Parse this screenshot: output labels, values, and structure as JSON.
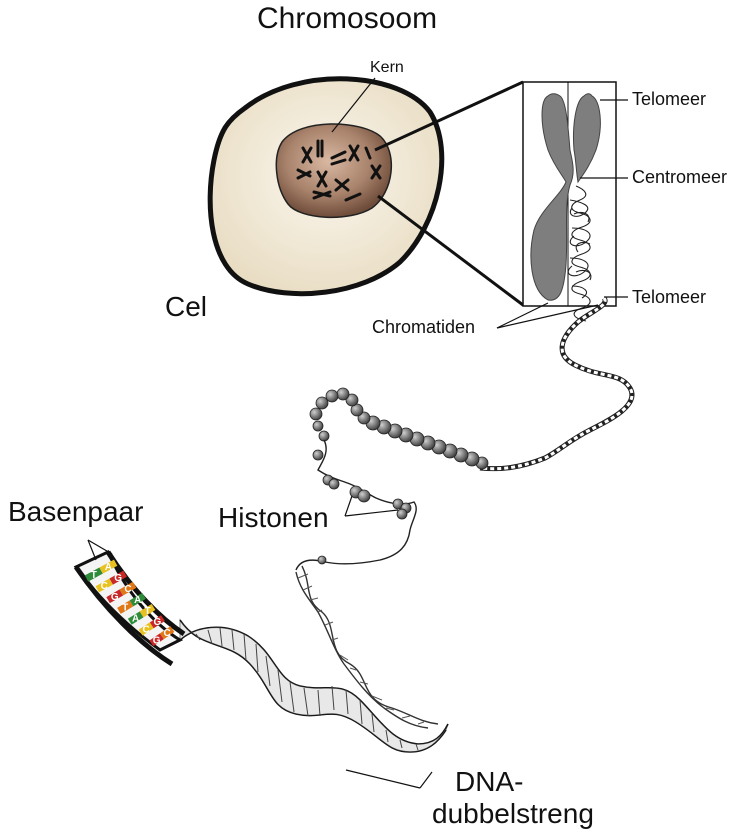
{
  "labels": {
    "title": "Chromosoom",
    "nucleus": "Kern",
    "cell": "Cel",
    "telomere_top": "Telomeer",
    "centromere": "Centromeer",
    "telomere_bottom": "Telomeer",
    "chromatids": "Chromatiden",
    "histones": "Histonen",
    "base_pair": "Basenpaar",
    "dna_line1": "DNA-",
    "dna_line2": "dubbelstreng"
  },
  "base_pairs": [
    {
      "left": "T",
      "right": "A"
    },
    {
      "left": "C",
      "right": "G"
    },
    {
      "left": "G",
      "right": "C"
    },
    {
      "left": "T",
      "right": "A"
    },
    {
      "left": "A",
      "right": "T"
    },
    {
      "left": "C",
      "right": "G"
    },
    {
      "left": "G",
      "right": "C"
    }
  ],
  "colors": {
    "cell_fill": "#efe6d2",
    "nucleus_fill": "#a9836c",
    "chromosome": "#7e7e7e",
    "base_colors": [
      "#2e8b3a",
      "#e8c020",
      "#c82828",
      "#e07818"
    ]
  }
}
